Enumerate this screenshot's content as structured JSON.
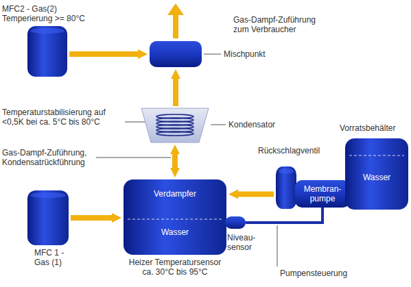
{
  "diagram": {
    "nodes": [
      {
        "text": [
          "MFC2 - Gas(2) Temperierung >= 80°C"
        ]
      },
      {
        "text": [
          "Mischpunkt"
        ]
      },
      {
        "text": [
          "Kondensator"
        ]
      },
      {
        "text": [
          "Verdampfer",
          "Wasser",
          "Heizer Temperatursensor ca. 30°C bis 95°C"
        ]
      },
      {
        "text": [
          "MFC 1 - Gas (1)"
        ]
      },
      {
        "text": [
          "Rückschlagventil"
        ]
      },
      {
        "text": [
          "Membran- pumpe"
        ]
      },
      {
        "text": [
          "Vorratsbehälter",
          "Wasser"
        ]
      },
      {
        "text": [
          "Niveau- sensor"
        ]
      }
    ],
    "edges": [
      {
        "from": 0,
        "to": 1,
        "arrow": "to"
      },
      {
        "from": 2,
        "to": 1,
        "arrow": "to"
      },
      {
        "from": 3,
        "to": 2,
        "arrow": "both"
      },
      {
        "from": 4,
        "to": 3,
        "arrow": "to"
      },
      {
        "from": 5,
        "to": 3,
        "arrow": "to"
      },
      {
        "from": 8,
        "to": 6,
        "arrow": "none"
      }
    ],
    "labels": [
      "Gas-Dampf-Zuführung zum Verbraucher",
      "Temperaturstabilisierung auf <0,5K bei ca. 5°C bis 80°C",
      "Gas-Dampf-Zuführung, Kondensatrückführung",
      "Pumpensteuerung"
    ]
  }
}
